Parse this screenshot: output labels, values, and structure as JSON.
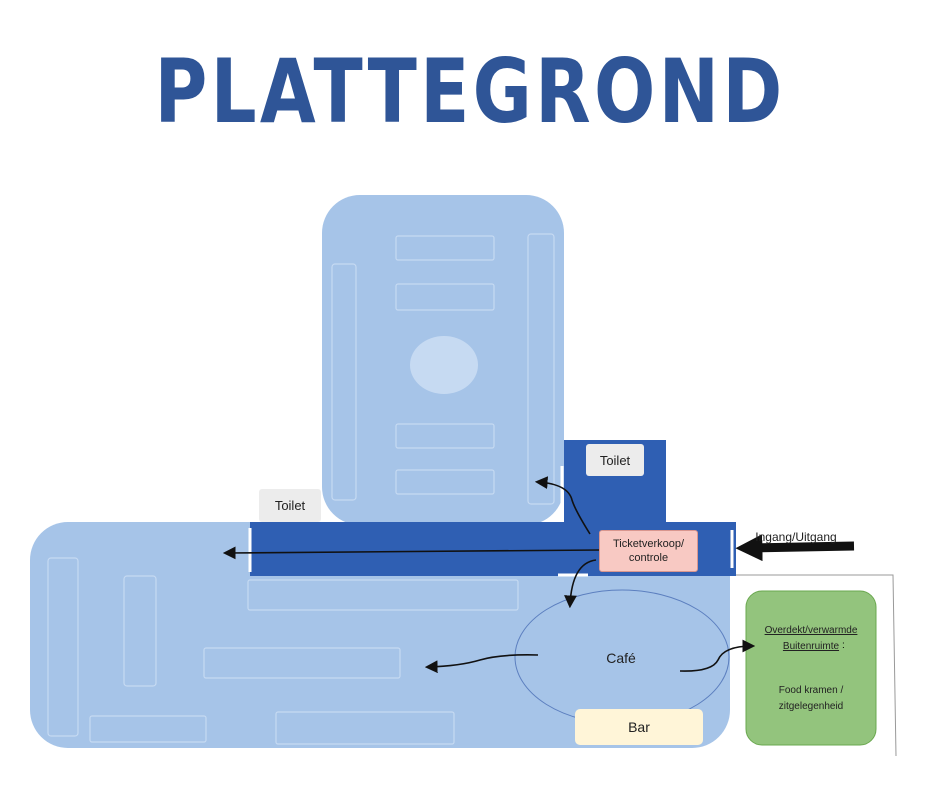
{
  "title": "PLATTEGROND",
  "labels": {
    "toilet_top": "Toilet",
    "toilet_left": "Toilet",
    "ticket": "Ticketverkoop/\ncontrole",
    "entrance": "Ingang/Uitgang",
    "cafe": "Café",
    "bar": "Bar",
    "outdoor_title": "Overdekt/verwarmde\nBuitenruimte",
    "outdoor_title_colon": ":",
    "outdoor_desc": "Food kramen /\nzitgelegenheid"
  },
  "colors": {
    "title": "#2f5597",
    "hall": "#a6c4e8",
    "corridor": "#2f5fb3",
    "outdoor": "#93c47d",
    "ticket": "#f8c9c3",
    "bar": "#fff5d8"
  }
}
